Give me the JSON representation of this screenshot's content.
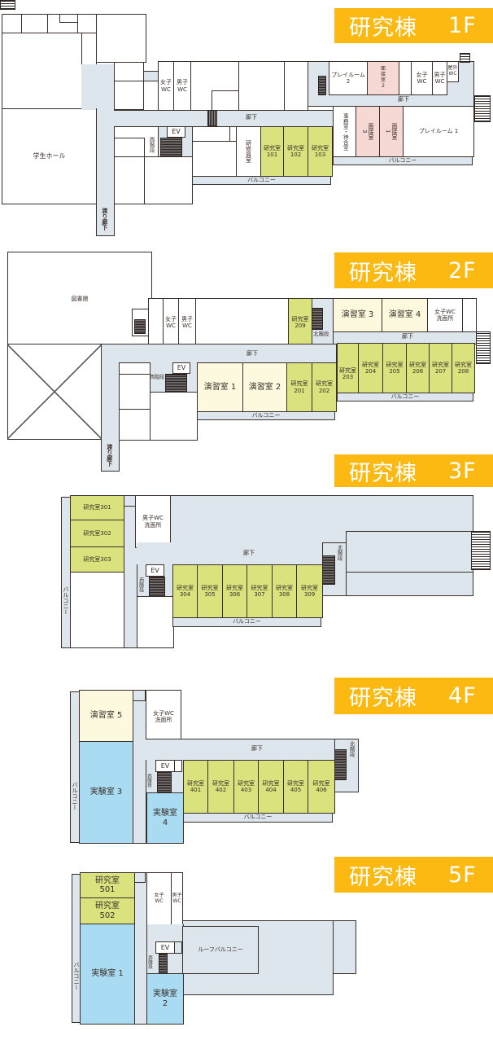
{
  "floors": [
    {
      "building": "研究棟",
      "floor": "1F",
      "student_hall": "学生ホール",
      "wc_f": "女子\nWC",
      "wc_m": "男子\nWC",
      "corridor": "廊下",
      "corridor2": "廊下",
      "ev": "EV",
      "west_stairs": "西階段",
      "trainee_room": "研修員室",
      "lab101": "研究室\n101",
      "lab102": "研究室\n102",
      "lab103": "研究室\n103",
      "balcony": "バルコニー",
      "balcony2": "バルコニー",
      "playroom2": "プレイルーム\n2",
      "interview2": "面\n接\n室\n2",
      "wc_f2": "女子\nWC",
      "wc_m2": "男子\nWC",
      "outdoor_wc": "屋外\nWC",
      "office": "事務室・待合室",
      "interview3": "面接室\n3",
      "interview1": "面接室\n1",
      "playroom1": "プレイルーム 1",
      "bridge": "渡り廊下"
    },
    {
      "building": "研究棟",
      "floor": "2F",
      "library": "図書館",
      "wc_f": "女子\nWC",
      "wc_m": "男子\nWC",
      "lab209": "研究室\n209",
      "north_stairs": "北階段",
      "seminar3": "演習室 3",
      "seminar4": "演習室 4",
      "wc_f_wash": "女子WC\n洗面所",
      "corridor": "廊下",
      "corridor2": "廊下",
      "ev": "EV",
      "west_stairs": "西階段",
      "seminar1": "演習室 1",
      "seminar2": "演習室 2",
      "lab201": "研究室\n201",
      "lab202": "研究室\n202",
      "lab203": "研究室\n203",
      "lab204": "研究室\n204",
      "lab205": "研究室\n205",
      "lab206": "研究室\n206",
      "lab207": "研究室\n207",
      "lab208": "研究室\n208",
      "balcony": "バルコニー",
      "balcony2": "バルコニー",
      "bridge": "渡り廊下"
    },
    {
      "building": "研究棟",
      "floor": "3F",
      "lab301": "研究室301",
      "lab302": "研究室302",
      "lab303": "研究室303",
      "balcony_w": "バルコニー",
      "wc_m_wash": "男子WC\n洗面所",
      "corridor": "廊下",
      "north_stairs": "北階段",
      "ev": "EV",
      "west_stairs": "西階段",
      "lab304": "研究室\n304",
      "lab305": "研究室\n305",
      "lab306": "研究室\n306",
      "lab307": "研究室\n307",
      "lab308": "研究室\n308",
      "lab309": "研究室\n309",
      "balcony": "バルコニー"
    },
    {
      "building": "研究棟",
      "floor": "4F",
      "seminar5": "演習室 5",
      "lab3": "実験室 3",
      "balcony_w": "バルコニー",
      "wc_f_wash": "女子WC\n洗面所",
      "corridor": "廊下",
      "north_stairs": "北階段",
      "ev": "EV",
      "west_stairs": "西階段",
      "lab4": "実験室\n4",
      "lab401": "研究室\n401",
      "lab402": "研究室\n402",
      "lab403": "研究室\n403",
      "lab404": "研究室\n404",
      "lab405": "研究室\n405",
      "lab406": "研究室\n406",
      "balcony": "バルコニー"
    },
    {
      "building": "研究棟",
      "floor": "5F",
      "lab501": "研究室\n501",
      "lab502": "研究室\n502",
      "lab1": "実験室 1",
      "balcony_w": "バルコニー",
      "wc_f": "女子\nWC",
      "wc_m": "男子\nWC",
      "roof_balcony": "ルーフバルコニー",
      "ev": "EV",
      "west_stairs": "西階段",
      "lab2": "実験室\n2"
    }
  ],
  "colors": {
    "title_bg": "#fcb912",
    "research_room": "#d9e27d",
    "seminar_room": "#fdf9de",
    "interview_room": "#f6d8d4",
    "experiment_room": "#a9dcf3",
    "corridor": "#dde6ec"
  }
}
